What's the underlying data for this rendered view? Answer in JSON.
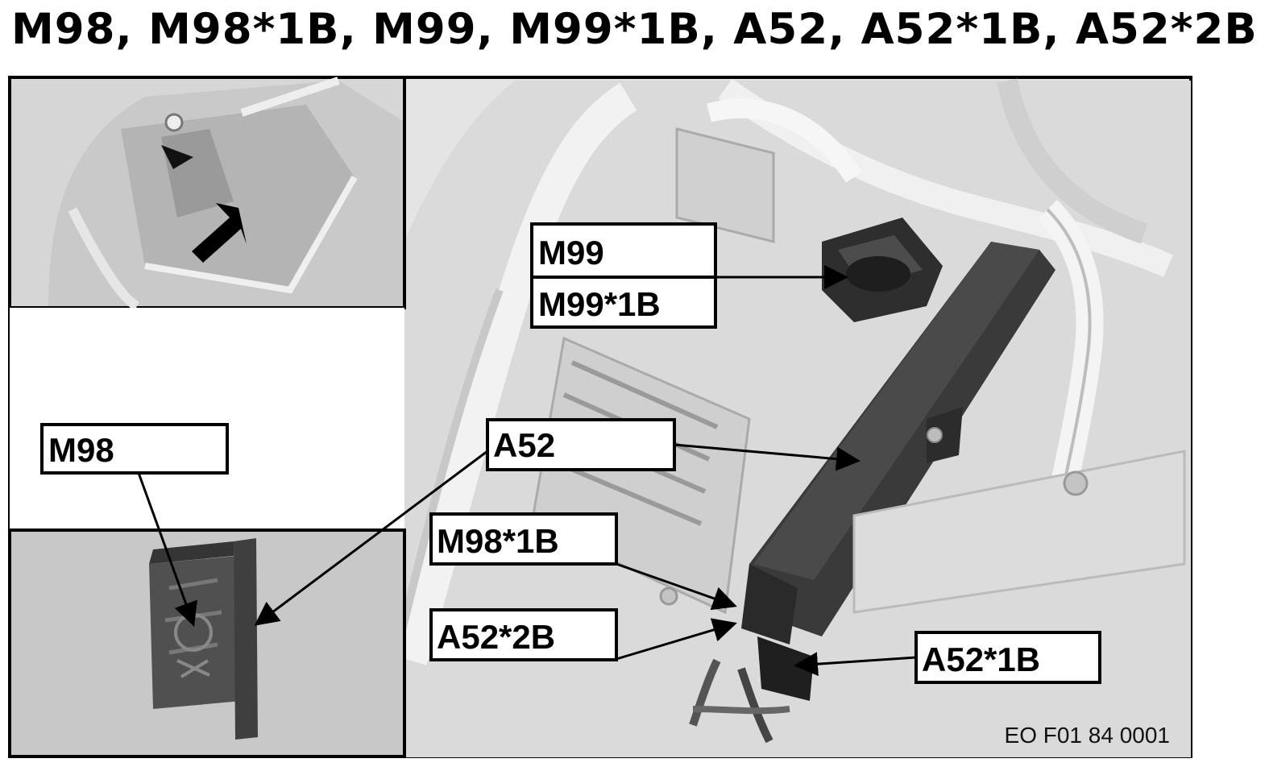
{
  "title": "M98, M98*1B, M99, M99*1B, A52, A52*1B, A52*2B",
  "labels": {
    "m99": "M99",
    "m99_1b": "M99*1B",
    "m98": "M98",
    "a52": "A52",
    "m98_1b": "M98*1B",
    "a52_2b": "A52*2B",
    "a52_1b": "A52*1B"
  },
  "figure_code": "EO F01 84 0001",
  "colors": {
    "frame": "#000000",
    "background_gray": "#d8d8d8",
    "component_dark": "#3a3a3a",
    "label_fill": "#ffffff"
  }
}
